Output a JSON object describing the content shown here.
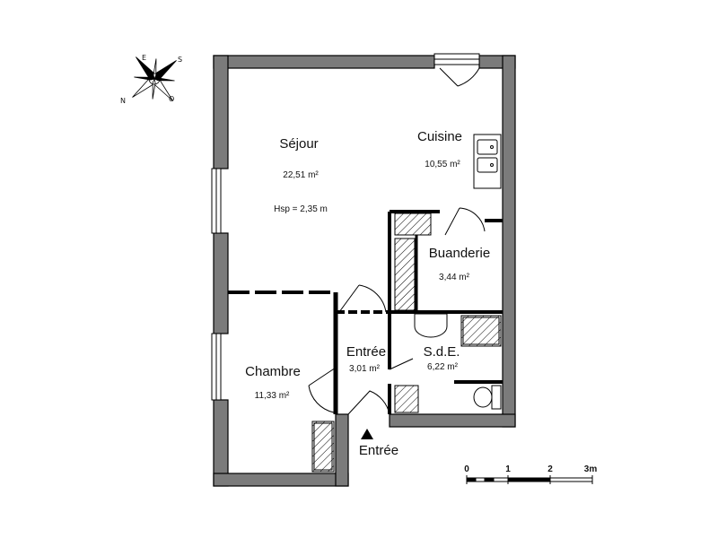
{
  "rooms": [
    {
      "id": "sejour",
      "name": "Séjour",
      "area": "22,51 m²",
      "note": "Hsp = 2,35 m"
    },
    {
      "id": "cuisine",
      "name": "Cuisine",
      "area": "10,55 m²"
    },
    {
      "id": "buanderie",
      "name": "Buanderie",
      "area": "3,44 m²"
    },
    {
      "id": "entree",
      "name": "Entrée",
      "area": "3,01 m²"
    },
    {
      "id": "sde",
      "name": "S.d.E.",
      "area": "6,22 m²"
    },
    {
      "id": "chambre",
      "name": "Chambre",
      "area": "11,33 m²"
    }
  ],
  "entrance_label": "Entrée",
  "scale": {
    "ticks": [
      "0",
      "1",
      "2",
      "3m"
    ]
  },
  "compass": {
    "n": "N",
    "e": "E",
    "s": "S",
    "o": "O"
  },
  "colors": {
    "wall": "#7b7b7b",
    "wall_edge": "#000000",
    "hatch": "#000000"
  }
}
